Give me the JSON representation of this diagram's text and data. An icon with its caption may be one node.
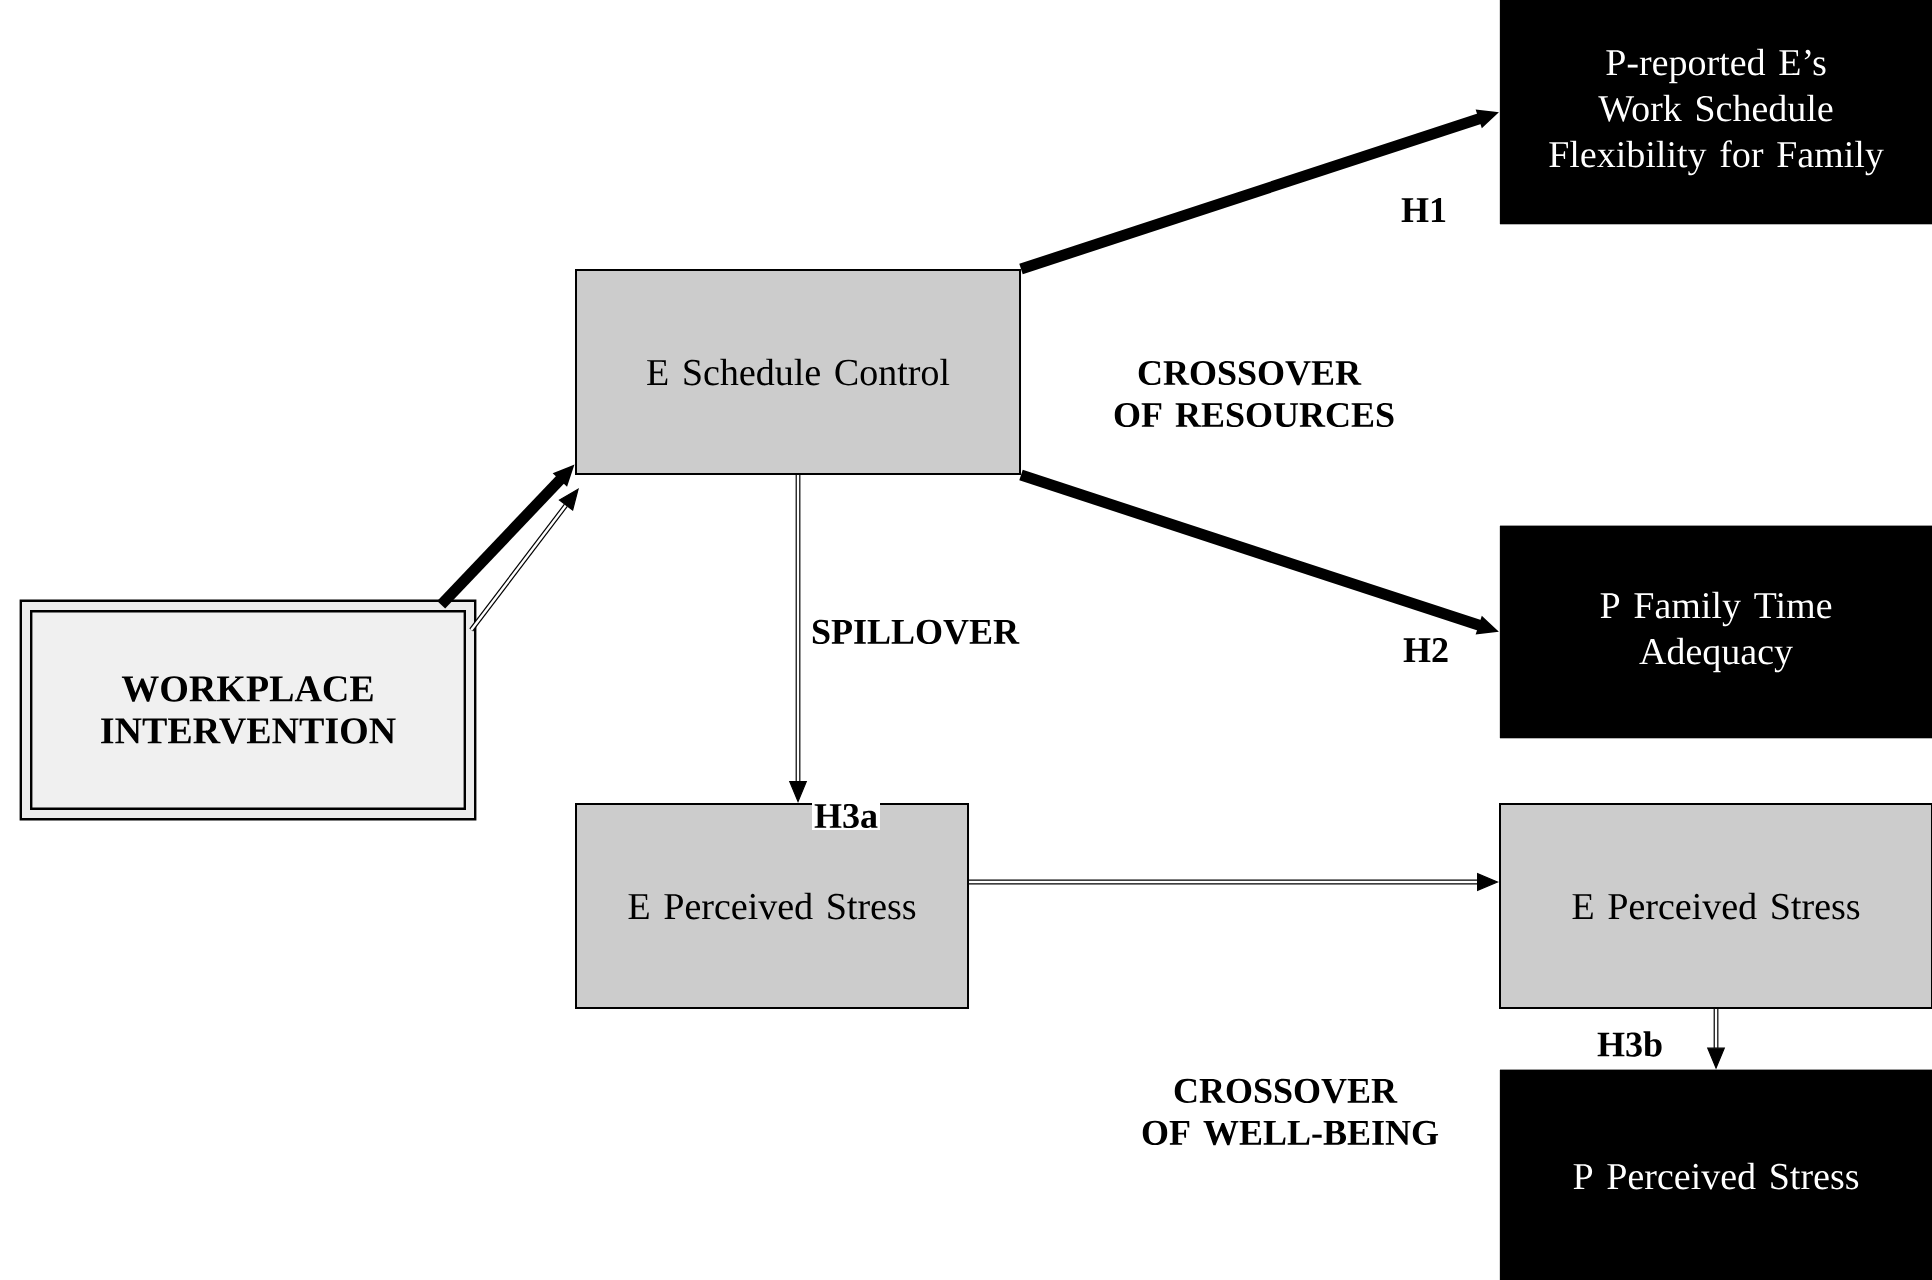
{
  "diagram": {
    "nodes": [
      {
        "text": [
          "WORKPLACE INTERVENTION"
        ]
      },
      {
        "text": [
          "E Schedule Control"
        ]
      },
      {
        "text": [
          "P-reported E’s Work Schedule Flexibility for Family"
        ]
      },
      {
        "text": [
          "P Family Time Adequacy"
        ]
      },
      {
        "text": [
          "E Perceived Stress"
        ]
      },
      {
        "text": [
          "E Perceived Stress"
        ]
      },
      {
        "text": [
          "P Perceived Stress"
        ]
      }
    ],
    "edges": [
      {
        "from": 0,
        "to": 1,
        "arrow": "to",
        "style": "thick"
      },
      {
        "from": 0,
        "to": 1,
        "arrow": "to"
      },
      {
        "from": 1,
        "to": 2,
        "arrow": "to",
        "label": "H1",
        "style": "thick"
      },
      {
        "from": 1,
        "to": 3,
        "arrow": "to",
        "label": "H2",
        "style": "thick"
      },
      {
        "from": 1,
        "to": 4,
        "arrow": "to",
        "label": "H3a"
      },
      {
        "from": 4,
        "to": 5,
        "arrow": "to"
      },
      {
        "from": 5,
        "to": 6,
        "arrow": "to",
        "label": "H3b"
      }
    ],
    "labels": [
      "CROSSOVER OF RESOURCES",
      "SPILLOVER",
      "CROSSOVER OF WELL-BEING"
    ]
  }
}
